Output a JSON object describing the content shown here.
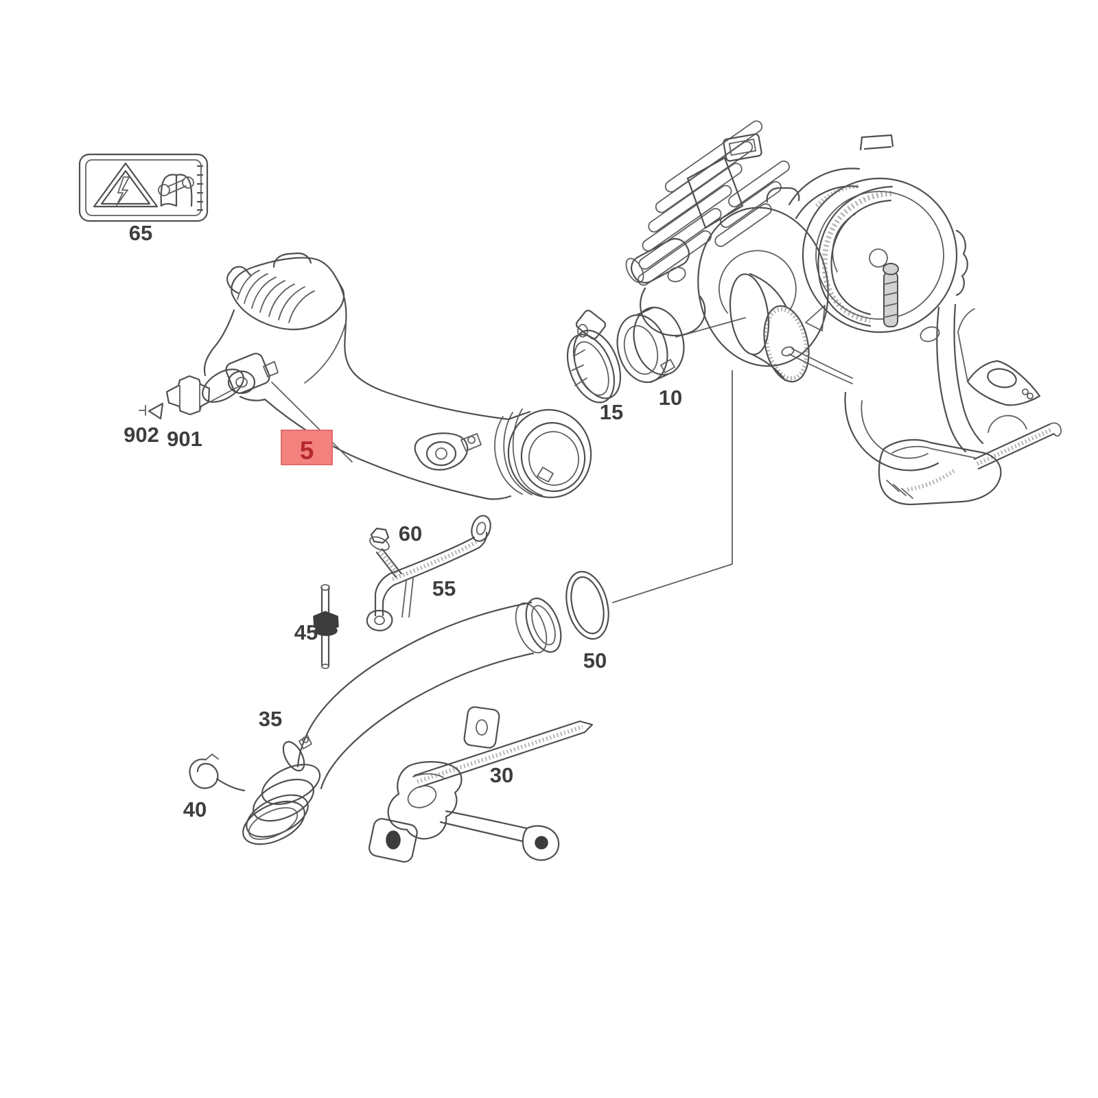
{
  "diagram": {
    "background_color": "#ffffff",
    "line_color": "#4f4f4f",
    "label_color": "#3e3e3e",
    "highlight": {
      "part": "5",
      "fill": "#f3827f",
      "border": "#e26b6b",
      "text_color": "#b52a2e"
    },
    "parts": [
      {
        "id": "65",
        "name": "warning-label-plate"
      },
      {
        "id": "902",
        "name": "screw-pointer"
      },
      {
        "id": "901",
        "name": "sensor-connector"
      },
      {
        "id": "5",
        "name": "charge-air-duct",
        "highlighted": true
      },
      {
        "id": "15",
        "name": "hose-clamp"
      },
      {
        "id": "10",
        "name": "coupling-sleeve"
      },
      {
        "id": "60",
        "name": "bolt"
      },
      {
        "id": "55",
        "name": "support-bracket-upper"
      },
      {
        "id": "45",
        "name": "stud"
      },
      {
        "id": "50",
        "name": "o-ring-seal"
      },
      {
        "id": "35",
        "name": "charge-air-pipe"
      },
      {
        "id": "30",
        "name": "mounting-bracket-lower"
      },
      {
        "id": "40",
        "name": "retaining-clip"
      }
    ]
  }
}
